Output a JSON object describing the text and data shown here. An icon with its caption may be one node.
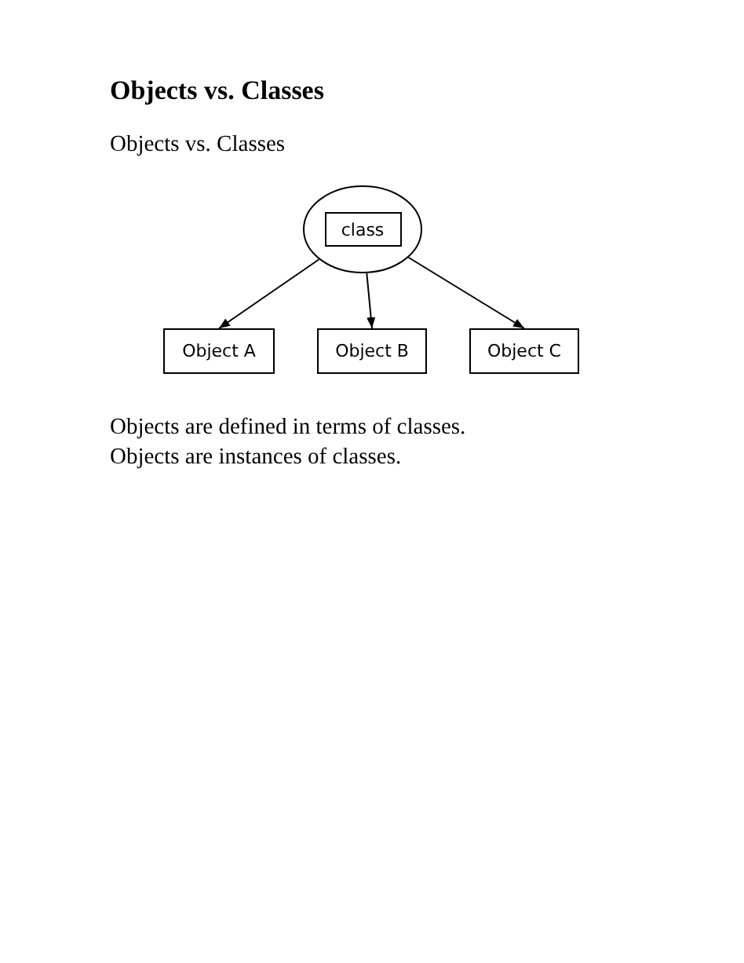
{
  "diagram": {
    "title": "Objects vs. Classes",
    "nodes": [
      {
        "text": [],
        "shape": "ellipse"
      },
      {
        "text": [
          "class"
        ],
        "in": 0
      },
      {
        "text": [
          "Object A"
        ]
      },
      {
        "text": [
          "Object B"
        ]
      },
      {
        "text": [
          "Object C"
        ]
      }
    ],
    "edges": [
      {
        "from": 0,
        "to": 2,
        "arrow": "to"
      },
      {
        "from": 0,
        "to": 3,
        "arrow": "to"
      },
      {
        "from": 0,
        "to": 4,
        "arrow": "to"
      }
    ],
    "labels": [
      "Objects vs. Classes",
      "Objects are defined in terms of classes.",
      "Objects are instances of classes."
    ]
  }
}
